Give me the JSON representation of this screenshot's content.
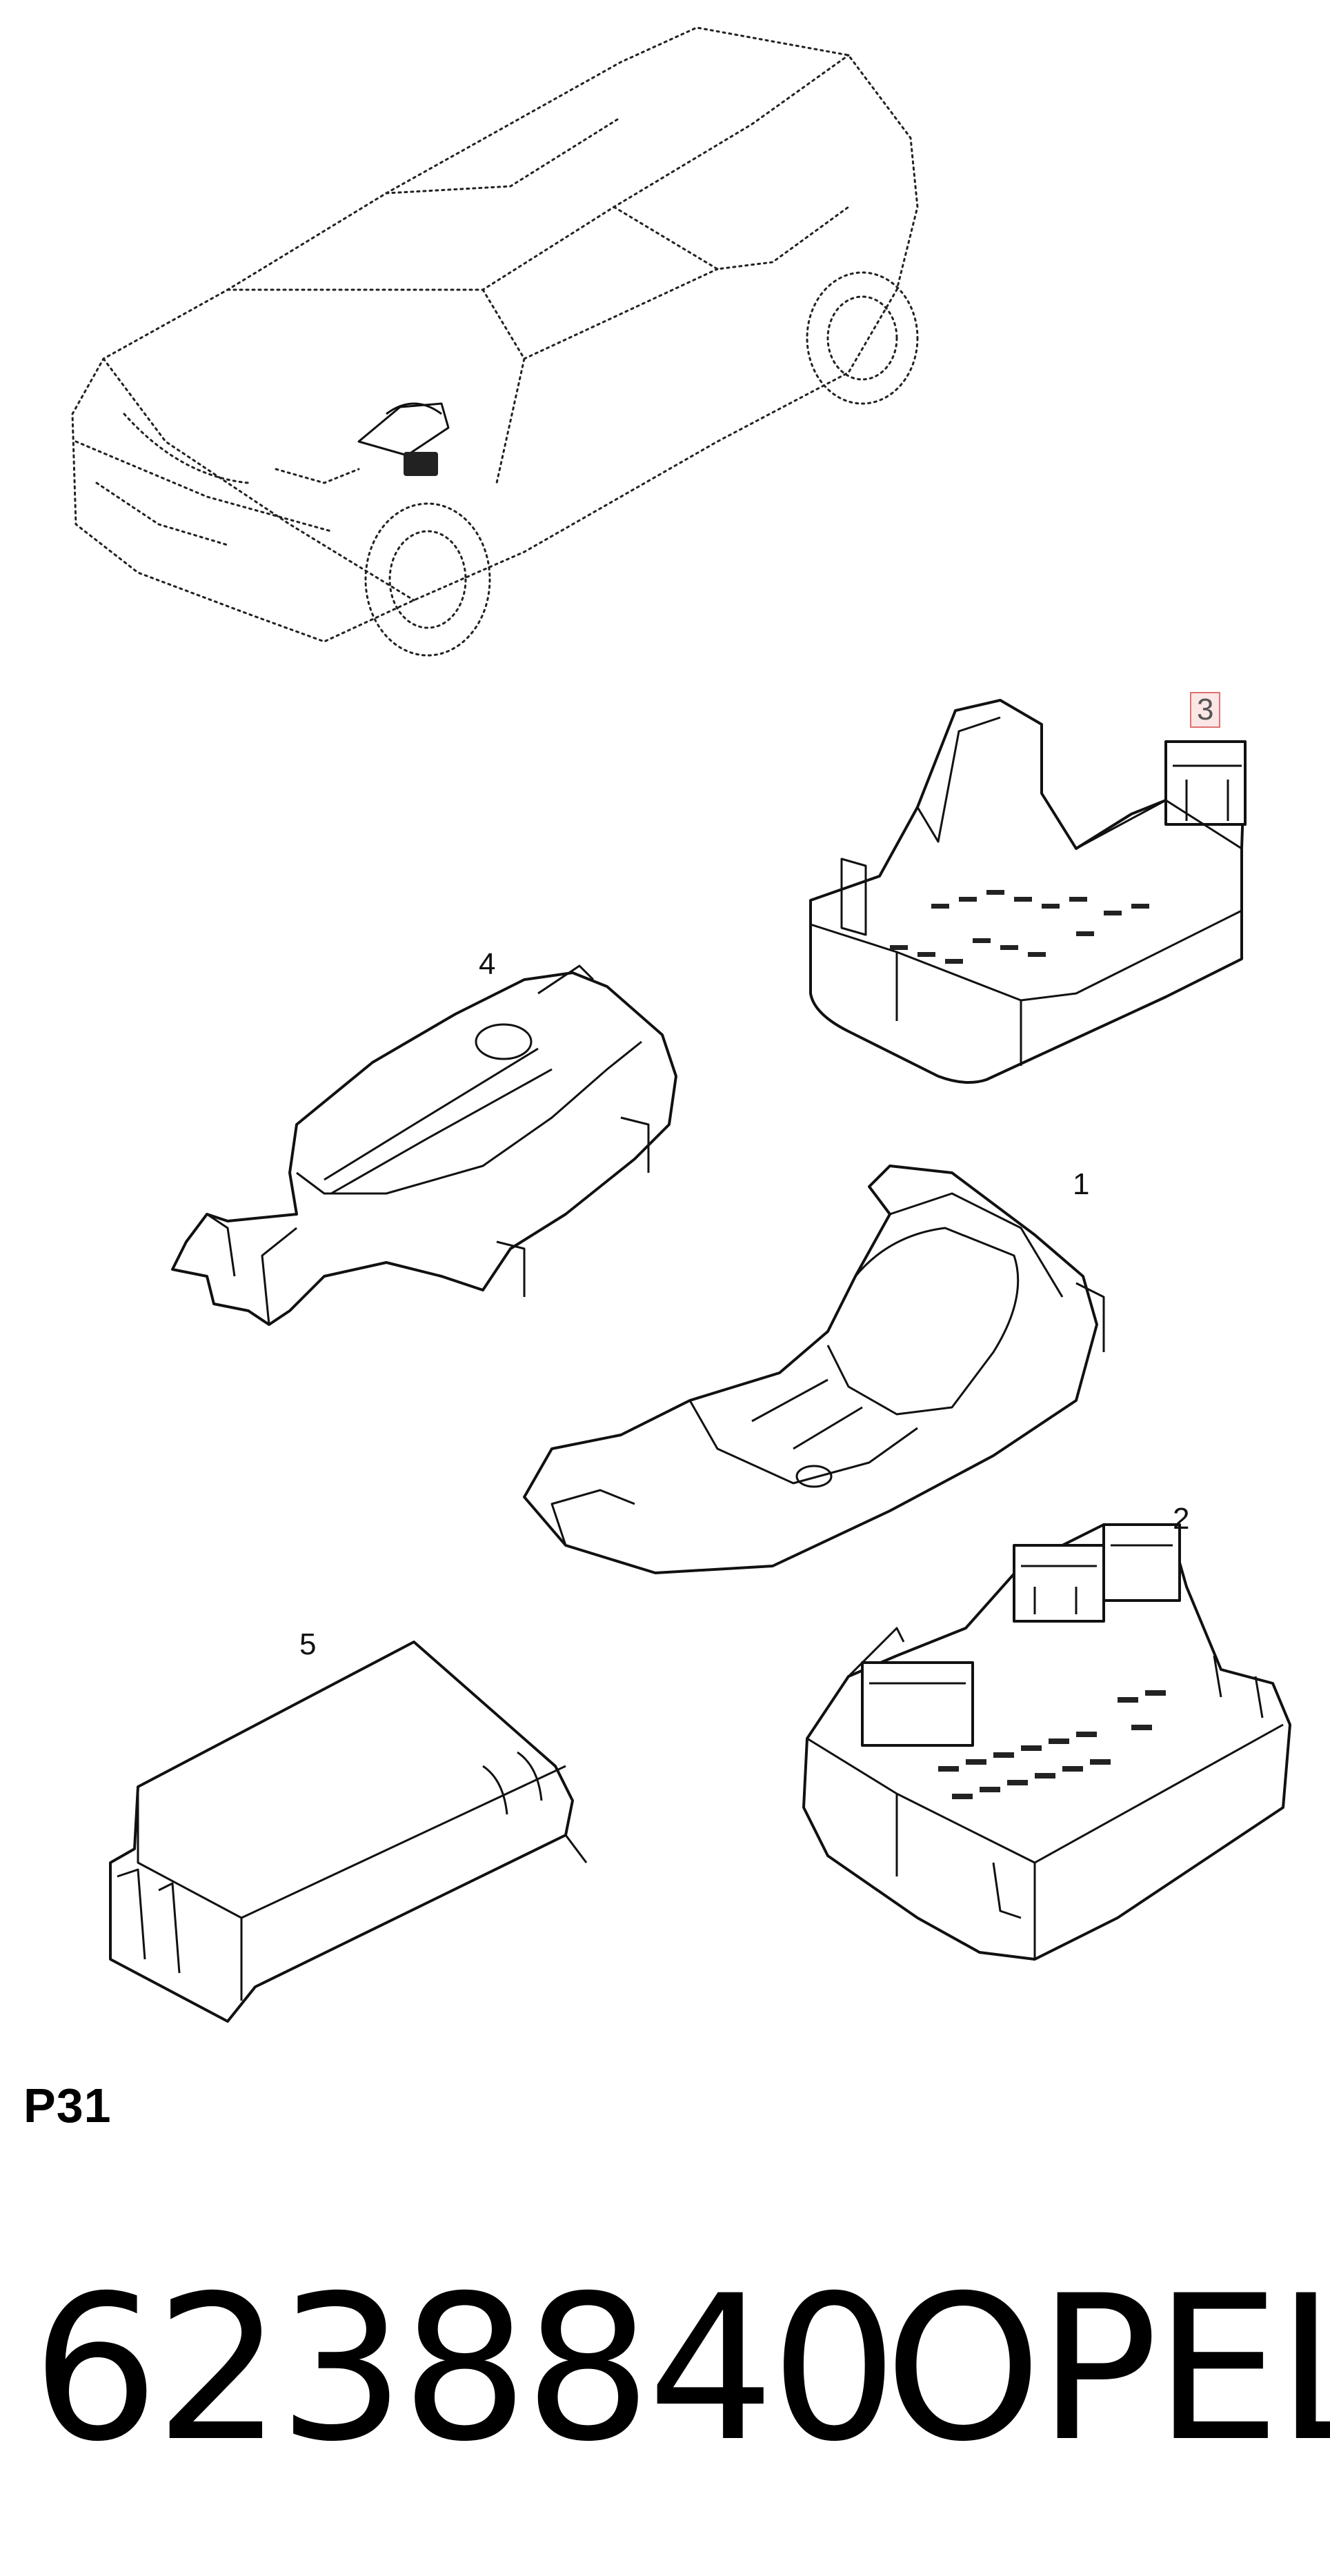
{
  "callouts": {
    "c1": "1",
    "c2": "2",
    "c3": "3",
    "c4": "4",
    "c5": "5"
  },
  "page_code": "P31",
  "part_number": "6238840",
  "brand": "OPEL",
  "colors": {
    "line": "#111111",
    "highlight_border": "#e07070",
    "highlight_fill": "#fbe6e6"
  }
}
